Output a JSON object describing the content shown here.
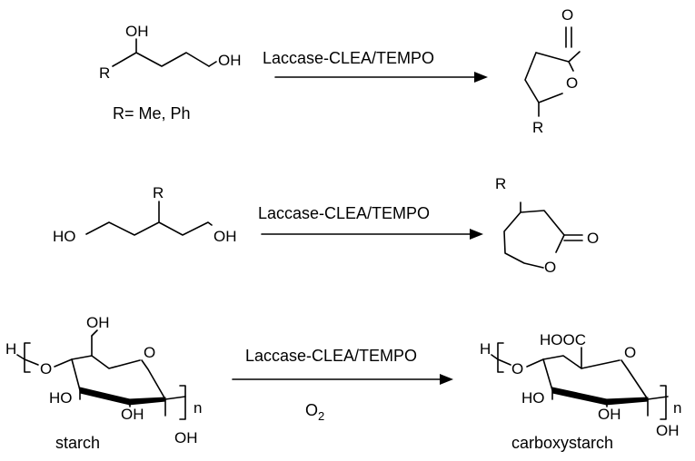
{
  "reactions": [
    {
      "reagent": "Laccase-CLEA/TEMPO",
      "substrate": {
        "labels": {
          "oh1": "OH",
          "oh2": "OH",
          "r": "R"
        },
        "note": "R= Me, Ph"
      },
      "product": {
        "labels": {
          "o_carbonyl": "O",
          "o_ring": "O",
          "r": "R"
        }
      }
    },
    {
      "reagent": "Laccase-CLEA/TEMPO",
      "substrate": {
        "labels": {
          "ho": "HO",
          "oh": "OH",
          "r": "R"
        }
      },
      "product": {
        "labels": {
          "r": "R",
          "o_carbonyl": "O",
          "o_ring": "O"
        }
      }
    },
    {
      "reagent": "Laccase-CLEA/TEMPO",
      "condition": "O",
      "condition_sub": "2",
      "substrate": {
        "name": "starch",
        "labels": {
          "h": "H",
          "o_link": "O",
          "oh_top": "OH",
          "o_ring": "O",
          "ho_left": "HO",
          "oh_mid": "OH",
          "oh_bottom": "OH",
          "n": "n"
        }
      },
      "product": {
        "name": "carboxystarch",
        "labels": {
          "h": "H",
          "o_link": "O",
          "cooh": "HOOC",
          "o_ring": "O",
          "ho_left": "HO",
          "oh_mid": "OH",
          "oh_bottom": "OH",
          "n": "n"
        }
      }
    }
  ]
}
